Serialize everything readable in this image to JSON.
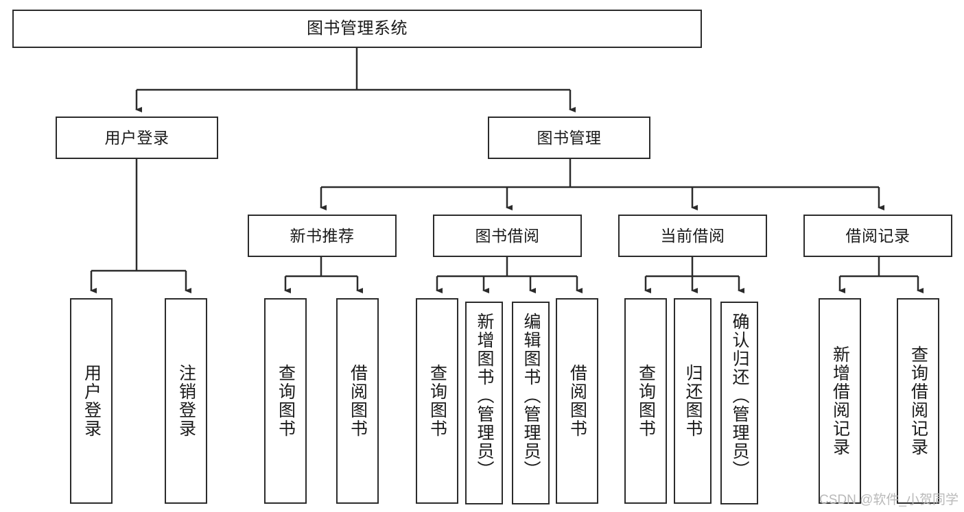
{
  "diagram": {
    "type": "tree-hierarchy-chart",
    "title": "图书管理系统",
    "root": {
      "label": "图书管理系统"
    },
    "level2": [
      {
        "label": "用户登录"
      },
      {
        "label": "图书管理"
      }
    ],
    "level3": [
      {
        "label": "新书推荐"
      },
      {
        "label": "图书借阅"
      },
      {
        "label": "当前借阅"
      },
      {
        "label": "借阅记录"
      }
    ],
    "leaves": {
      "user_login": [
        {
          "label": "用户登录"
        },
        {
          "label": "注销登录"
        }
      ],
      "new_book_recommend": [
        {
          "label": "查询图书"
        },
        {
          "label": "借阅图书"
        }
      ],
      "book_borrow": [
        {
          "label": "查询图书"
        },
        {
          "label": "新增图书（管理员）"
        },
        {
          "label": "编辑图书（管理员）"
        },
        {
          "label": "借阅图书"
        }
      ],
      "current_borrow": [
        {
          "label": "查询图书"
        },
        {
          "label": "归还图书"
        },
        {
          "label": "确认归还（管理员）"
        }
      ],
      "borrow_record": [
        {
          "label": "新增借阅记录"
        },
        {
          "label": "查询借阅记录"
        }
      ]
    }
  },
  "watermark": {
    "text": "CSDN @软件_小贺同学"
  },
  "colors": {
    "stroke": "#2b2b2b",
    "fill": "#ffffff",
    "text": "#1a1a1a",
    "watermark": "#b9b9b9"
  }
}
